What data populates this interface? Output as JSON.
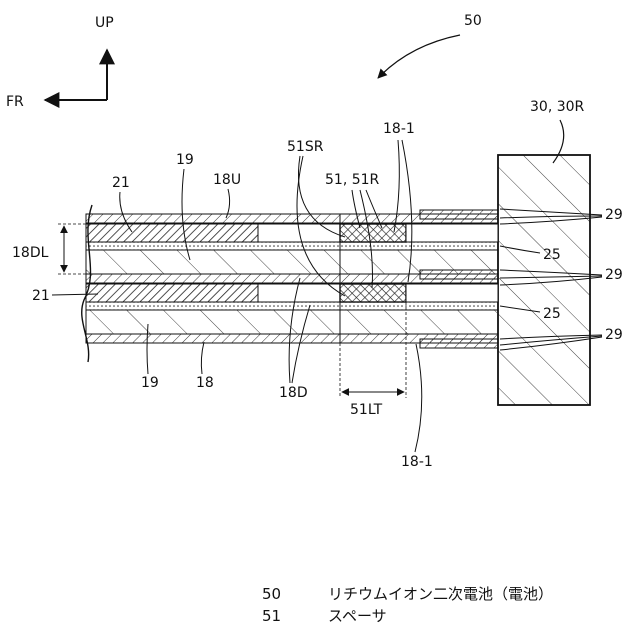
{
  "axes": {
    "up": "UP",
    "front": "FR"
  },
  "refs": {
    "battery": "50",
    "module": "30, 30R",
    "r21_top": "21",
    "r19_top": "19",
    "r18U": "18U",
    "r51SR": "51SR",
    "r51_51R": "51, 51R",
    "r18_1_top": "18-1",
    "r18DL": "18DL",
    "r21_left": "21",
    "r29_a": "29",
    "r25_a": "25",
    "r29_b": "29",
    "r25_b": "25",
    "r29_c": "29",
    "r19_bottom": "19",
    "r18": "18",
    "r18D": "18D",
    "r51LT": "51LT",
    "r18_1_bottom": "18-1"
  },
  "legend": [
    {
      "num": "50",
      "text": "リチウムイオン二次電池（電池）"
    },
    {
      "num": "51",
      "text": "スペーサ"
    }
  ]
}
